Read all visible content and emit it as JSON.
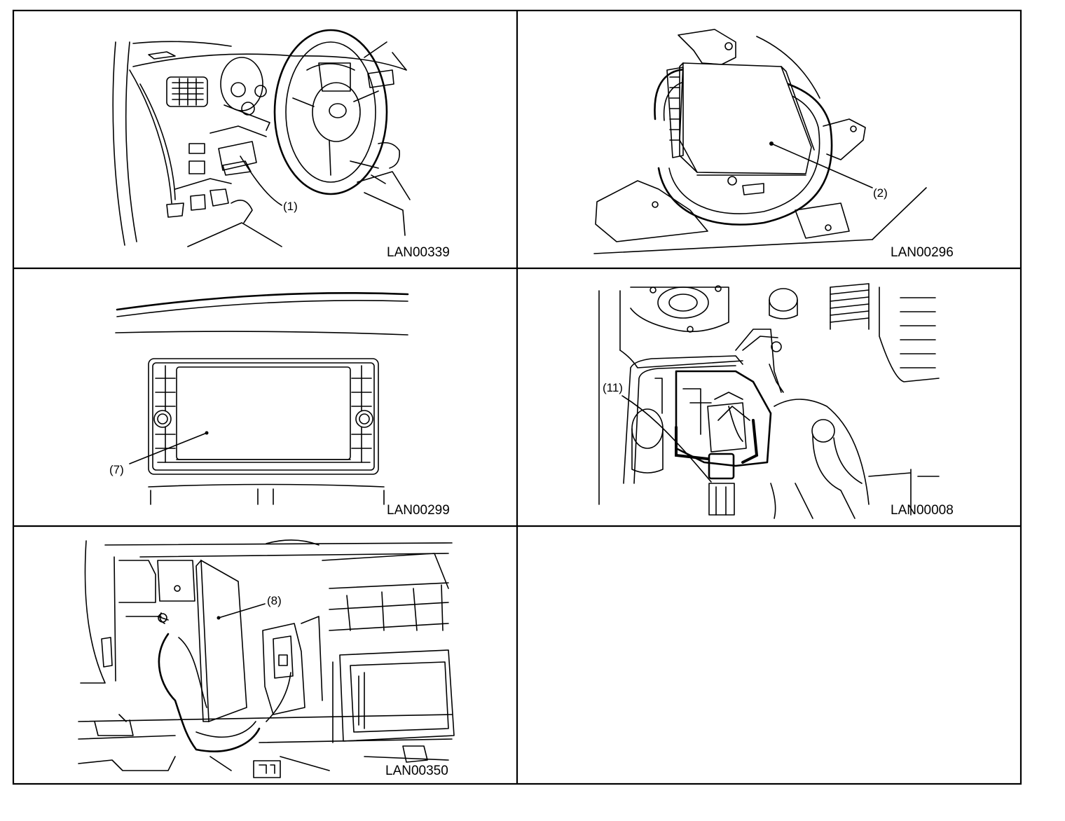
{
  "panels": [
    {
      "callout": "(1)",
      "figure_id": "LAN00339"
    },
    {
      "callout": "(2)",
      "figure_id": "LAN00296"
    },
    {
      "callout": "(7)",
      "figure_id": "LAN00299"
    },
    {
      "callout": "(11)",
      "figure_id": "LAN00008"
    },
    {
      "callout": "(8)",
      "figure_id": "LAN00350"
    },
    {
      "callout": "",
      "figure_id": ""
    }
  ]
}
